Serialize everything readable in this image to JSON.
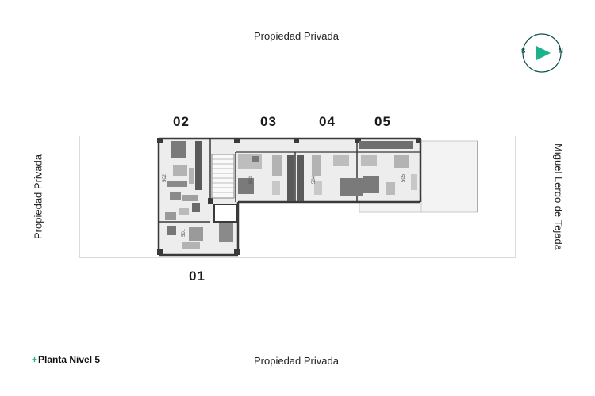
{
  "labels": {
    "top": "Propiedad Privada",
    "bottom": "Propiedad Privada",
    "left": "Propiedad Privada",
    "right": "Miguel Lerdo de Tejada"
  },
  "compass": {
    "south": "S",
    "north": "N",
    "accent": "#1bb28c",
    "ring": "#0d4f4a"
  },
  "units": [
    {
      "id": "01",
      "label": "01"
    },
    {
      "id": "02",
      "label": "02"
    },
    {
      "id": "03",
      "label": "03"
    },
    {
      "id": "04",
      "label": "04"
    },
    {
      "id": "05",
      "label": "05"
    }
  ],
  "room_tags": {
    "r501": "501",
    "r502": "502",
    "r503": "503",
    "r504": "504",
    "r505": "505"
  },
  "plan_title": {
    "prefix": "+",
    "text": "Planta Nivel 5"
  },
  "colors": {
    "wall": "#3a3a3a",
    "furniture": "#8a8a8a",
    "floor": "#ededed",
    "terrace": "#f3f3f3"
  }
}
